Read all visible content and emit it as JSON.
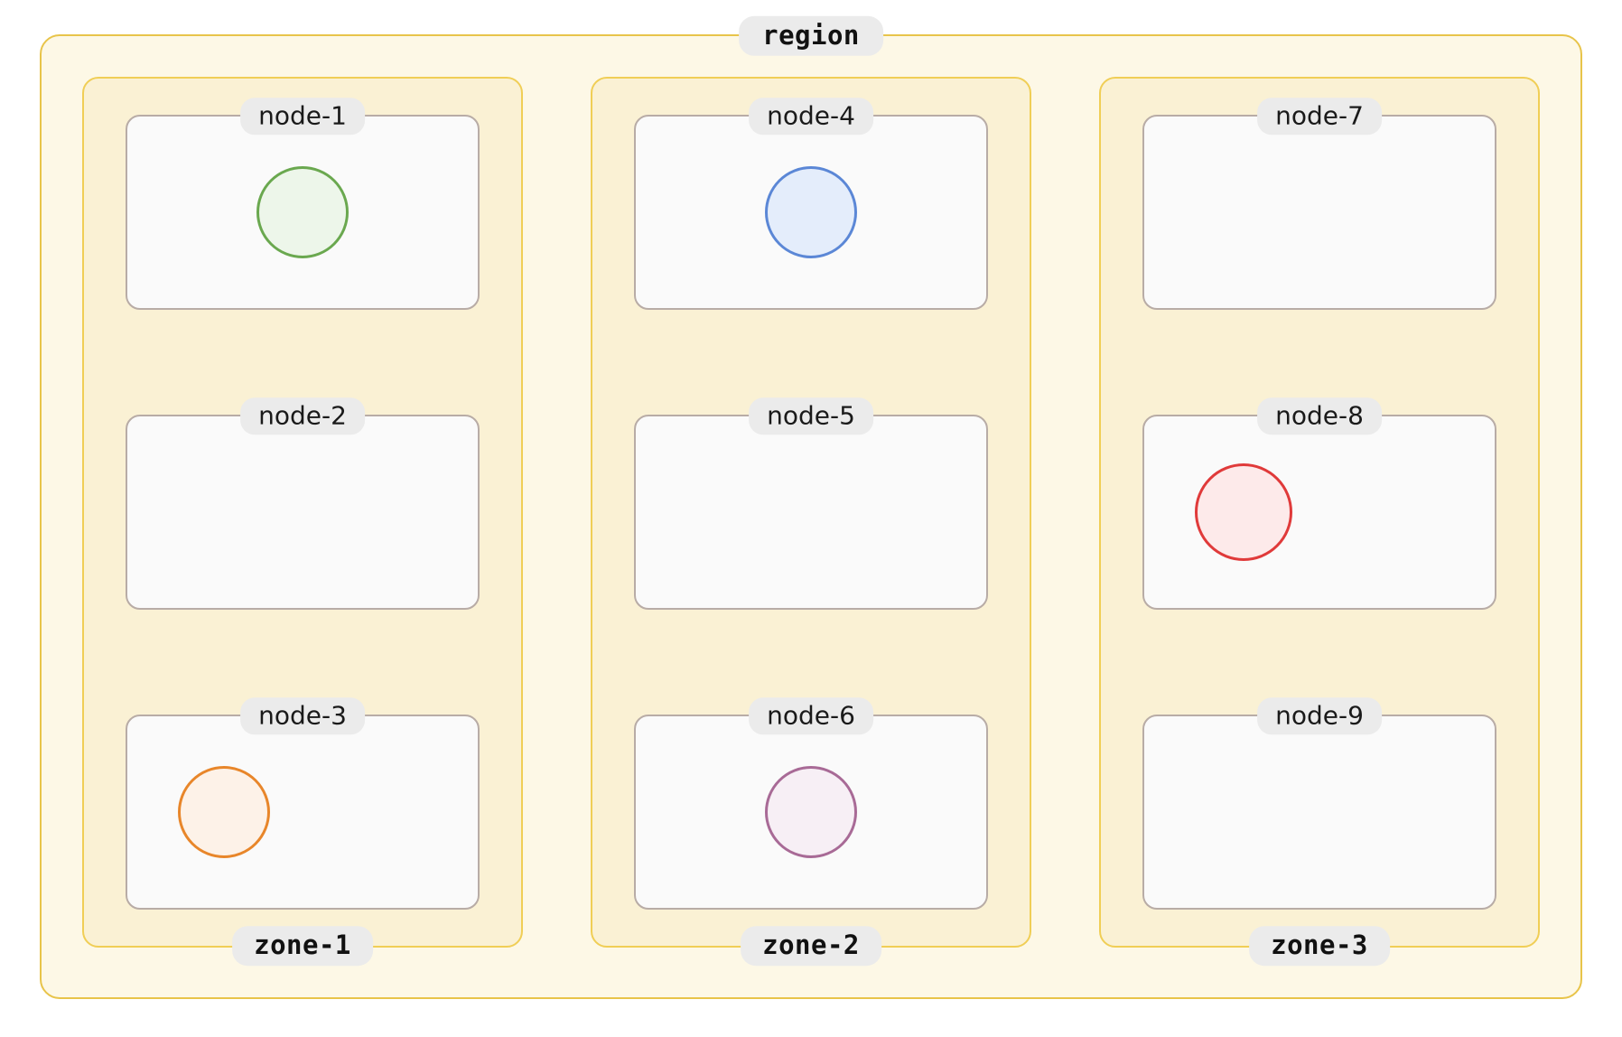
{
  "diagram": {
    "type": "nested-container-diagram",
    "background": "#ffffff",
    "region": {
      "label": "region",
      "border_color": "#e8c44a",
      "fill_color": "#fdf8e6",
      "label_pill_color": "#ebebeb",
      "label_text_color": "#111111"
    },
    "zone_style": {
      "border_color": "#f0ce56",
      "fill_color": "#faf1d4",
      "label_pill_color": "#ebebeb",
      "label_text_color": "#111111"
    },
    "node_style": {
      "border_color": "#b8aca6",
      "fill_color": "#fafafa",
      "label_pill_color": "#ebebeb",
      "label_text_color": "#1a1a1a"
    },
    "zones": [
      {
        "label": "zone-1",
        "nodes": [
          {
            "label": "node-1",
            "marker": {
              "shape": "circle",
              "stroke": "#6aa84f",
              "fill": "#edf6ea",
              "position": "center",
              "size": "md"
            }
          },
          {
            "label": "node-2",
            "marker": null
          },
          {
            "label": "node-3",
            "marker": {
              "shape": "circle",
              "stroke": "#e8862a",
              "fill": "#fdf2e8",
              "position": "left",
              "size": "md"
            }
          }
        ]
      },
      {
        "label": "zone-2",
        "nodes": [
          {
            "label": "node-4",
            "marker": {
              "shape": "circle",
              "stroke": "#5b87d6",
              "fill": "#e4edfb",
              "position": "center",
              "size": "md"
            }
          },
          {
            "label": "node-5",
            "marker": null
          },
          {
            "label": "node-6",
            "marker": {
              "shape": "circle",
              "stroke": "#a86a96",
              "fill": "#f7eff5",
              "position": "center",
              "size": "md"
            }
          }
        ]
      },
      {
        "label": "zone-3",
        "nodes": [
          {
            "label": "node-7",
            "marker": null
          },
          {
            "label": "node-8",
            "marker": {
              "shape": "circle",
              "stroke": "#e03a3a",
              "fill": "#fdeaea",
              "position": "left",
              "size": "lg"
            }
          },
          {
            "label": "node-9",
            "marker": null
          }
        ]
      }
    ]
  }
}
